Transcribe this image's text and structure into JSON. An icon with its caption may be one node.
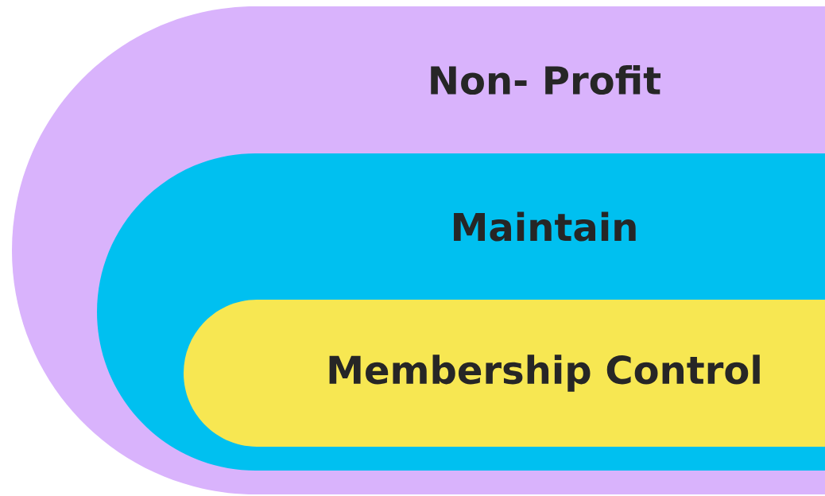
{
  "diagram": {
    "nodes": [
      {
        "text": [
          "Non- Profit"
        ]
      },
      {
        "text": [
          "Maintain"
        ],
        "in": 0
      },
      {
        "text": [
          "Membership Control"
        ],
        "in": 1
      }
    ]
  }
}
